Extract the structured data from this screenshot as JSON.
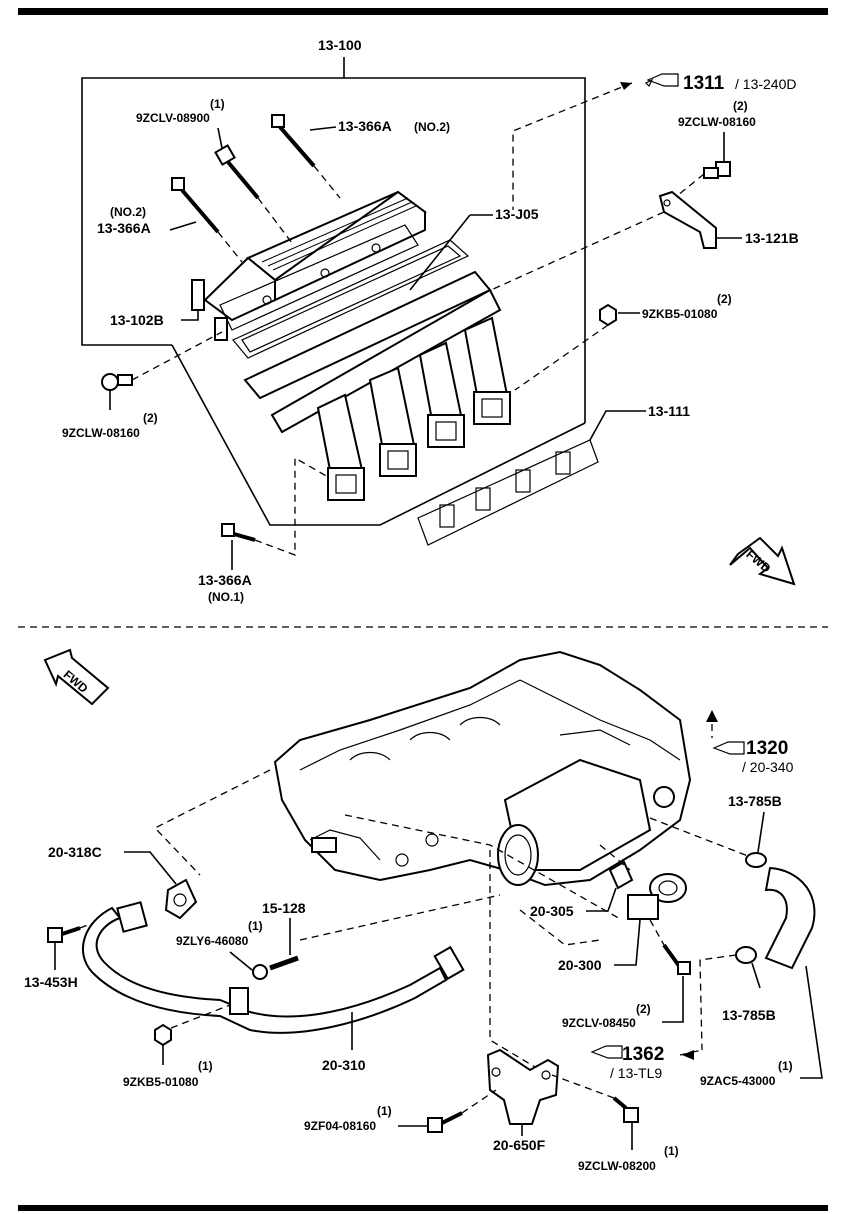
{
  "top": {
    "assembly": "13-100",
    "ref_1311": {
      "num": "1311",
      "sub": "/ 13-240D"
    },
    "bolt_9zclv08900": {
      "qty": "(1)",
      "code": "9ZCLV-08900"
    },
    "stud_no2_right": {
      "code": "13-366A",
      "note": "(NO.2)"
    },
    "stud_no2_left": {
      "note": "(NO.2)",
      "code": "13-366A"
    },
    "gasket_j05": "13-J05",
    "bolt_9zclw08160_right": {
      "qty": "(2)",
      "code": "9ZCLW-08160"
    },
    "bracket": "13-121B",
    "pin": "13-102B",
    "nut_9zkb5": {
      "qty": "(2)",
      "code": "9ZKB5-01080"
    },
    "bolt_9zclw08160_left": {
      "qty": "(2)",
      "code": "9ZCLW-08160"
    },
    "gasket_111": "13-111",
    "stud_no1": {
      "code": "13-366A",
      "note": "(NO.1)"
    },
    "fwd": "FWD"
  },
  "bottom": {
    "fwd": "FWD",
    "ref_1320": {
      "num": "1320",
      "sub": "/ 20-340"
    },
    "hose_clamp_top": "13-785B",
    "gasket_318c": "20-318C",
    "stud_15128": "15-128",
    "washer": {
      "qty": "(1)",
      "code": "9ZLY6-46080"
    },
    "bolt_453h": "13-453H",
    "gasket_305": "20-305",
    "valve_300": "20-300",
    "bolt_9zclv08450": {
      "qty": "(2)",
      "code": "9ZCLV-08450"
    },
    "hose_clamp_bottom": "13-785B",
    "pipe_310": "20-310",
    "nut_9zkb5": {
      "qty": "(1)",
      "code": "9ZKB5-01080"
    },
    "ref_1362": {
      "num": "1362",
      "sub": "/ 13-TL9"
    },
    "hose_9zac5": {
      "qty": "(1)",
      "code": "9ZAC5-43000"
    },
    "bolt_9zf04": {
      "qty": "(1)",
      "code": "9ZF04-08160"
    },
    "bracket_650f": "20-650F",
    "bolt_9zclw08200": {
      "qty": "(1)",
      "code": "9ZCLW-08200"
    }
  }
}
